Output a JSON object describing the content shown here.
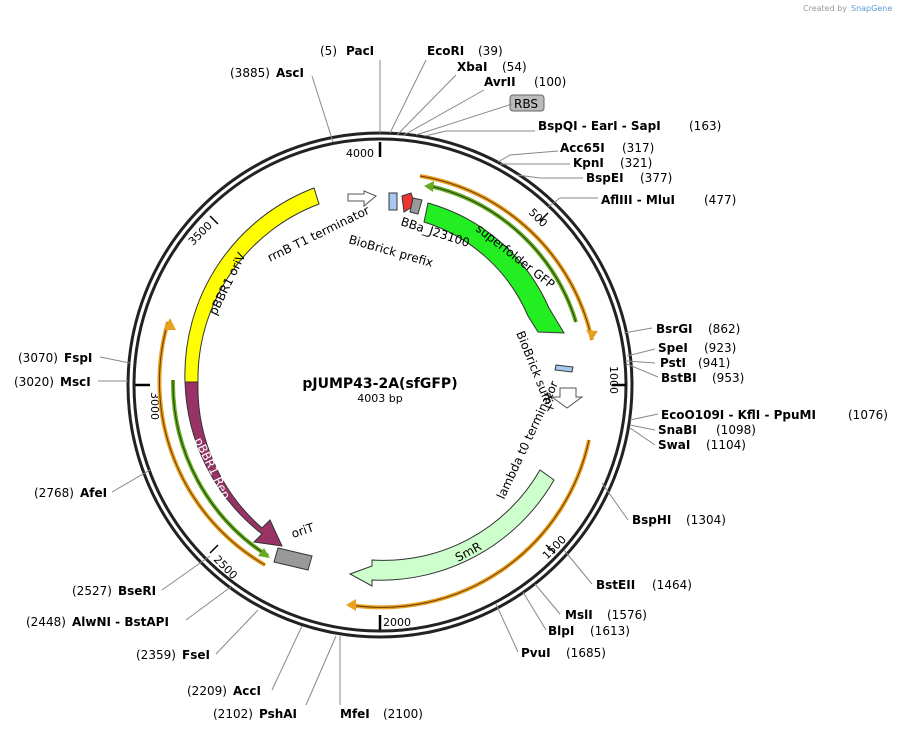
{
  "credit": {
    "prefix": "Created by",
    "brand": "SnapGene"
  },
  "plasmid": {
    "name": "pJUMP43-2A(sfGFP)",
    "length": "4003 bp"
  },
  "ticks": [
    "4000",
    "500",
    "1000",
    "1500",
    "2000",
    "2500",
    "3000",
    "3500"
  ],
  "features": {
    "rbs": "RBS",
    "rrnb": "rrnB T1 terminator",
    "biobrick_prefix": "BioBrick prefix",
    "bba": "BBa_J23100",
    "sfgfp": "superfolder GFP",
    "biobrick_suffix": "BioBrick suffix",
    "lambda": "lambda t0 terminator",
    "smr": "SmR",
    "orit": "oriT",
    "pbbr1_rep": "pBBR1 Rep",
    "pbbr1_oriv": "pBBR1 oriV"
  },
  "sites": [
    {
      "name": "PacI",
      "pos": "(5)"
    },
    {
      "name": "EcoRI",
      "pos": "(39)"
    },
    {
      "name": "XbaI",
      "pos": "(54)"
    },
    {
      "name": "AvrII",
      "pos": "(100)"
    },
    {
      "name": "BspQI - EarI - SapI",
      "pos": "(163)"
    },
    {
      "name": "Acc65I",
      "pos": "(317)"
    },
    {
      "name": "KpnI",
      "pos": "(321)"
    },
    {
      "name": "BspEI",
      "pos": "(377)"
    },
    {
      "name": "AflIII - MluI",
      "pos": "(477)"
    },
    {
      "name": "BsrGI",
      "pos": "(862)"
    },
    {
      "name": "SpeI",
      "pos": "(923)"
    },
    {
      "name": "PstI",
      "pos": "(941)"
    },
    {
      "name": "BstBI",
      "pos": "(953)"
    },
    {
      "name": "EcoO109I - KflI - PpuMI",
      "pos": "(1076)"
    },
    {
      "name": "SnaBI",
      "pos": "(1098)"
    },
    {
      "name": "SwaI",
      "pos": "(1104)"
    },
    {
      "name": "BspHI",
      "pos": "(1304)"
    },
    {
      "name": "BstEII",
      "pos": "(1464)"
    },
    {
      "name": "MslI",
      "pos": "(1576)"
    },
    {
      "name": "BlpI",
      "pos": "(1613)"
    },
    {
      "name": "PvuI",
      "pos": "(1685)"
    },
    {
      "name": "MfeI",
      "pos": "(2100)"
    },
    {
      "name": "PshAI",
      "pos": "(2102)"
    },
    {
      "name": "AccI",
      "pos": "(2209)"
    },
    {
      "name": "FseI",
      "pos": "(2359)"
    },
    {
      "name": "AlwNI - BstAPI",
      "pos": "(2448)"
    },
    {
      "name": "BseRI",
      "pos": "(2527)"
    },
    {
      "name": "AfeI",
      "pos": "(2768)"
    },
    {
      "name": "MscI",
      "pos": "(3020)"
    },
    {
      "name": "FspI",
      "pos": "(3070)"
    },
    {
      "name": "AscI",
      "pos": "(3885)"
    }
  ],
  "colors": {
    "sfgfp": "#22ee22",
    "pbbr1_rep": "#993366",
    "pbbr1_oriv": "#ffff00",
    "smr": "#ccffcc",
    "orit": "#999999",
    "promoter": "#ee3333",
    "orf_orange": "#e8a020",
    "orf_green": "#66aa22"
  }
}
